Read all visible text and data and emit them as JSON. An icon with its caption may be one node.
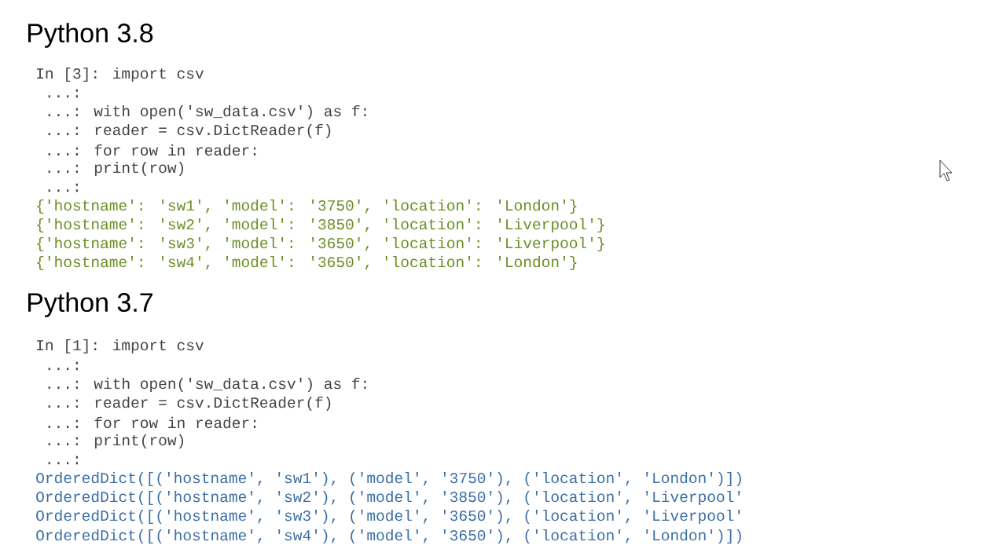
{
  "diagram": {
    "labels": [
      "Python 3.8",
      "In [3]: import csv",
      "   ...:",
      "   ...: with open('sw_data.csv') as f:",
      "   ...:     reader = csv.DictReader(f)",
      "   ...:     for row in reader:",
      "   ...:         print(row)",
      "   ...:",
      "{'hostname': 'sw1', 'model': '3750', 'location': 'London'}",
      "{'hostname': 'sw2', 'model': '3850', 'location': 'Liverpool'}",
      "{'hostname': 'sw3', 'model': '3650', 'location': 'Liverpool'}",
      "{'hostname': 'sw4', 'model': '3650', 'location': 'London'}",
      "Python 3.7",
      "In [1]: import csv",
      "   ...:",
      "   ...: with open('sw_data.csv') as f:",
      "   ...:     reader = csv.DictReader(f)",
      "   ...:     for row in reader:",
      "   ...:         print(row)",
      "   ...:",
      "OrderedDict([('hostname', 'sw1'), ('model', '3750'), ('location', 'London')])",
      "OrderedDict([('hostname', 'sw2'), ('model', '3850'), ('location', 'Liverpool'",
      "OrderedDict([('hostname', 'sw3'), ('model', '3650'), ('location', 'Liverpool'",
      "OrderedDict([('hostname', 'sw4'), ('model', '3650'), ('location', 'London')])"
    ]
  }
}
